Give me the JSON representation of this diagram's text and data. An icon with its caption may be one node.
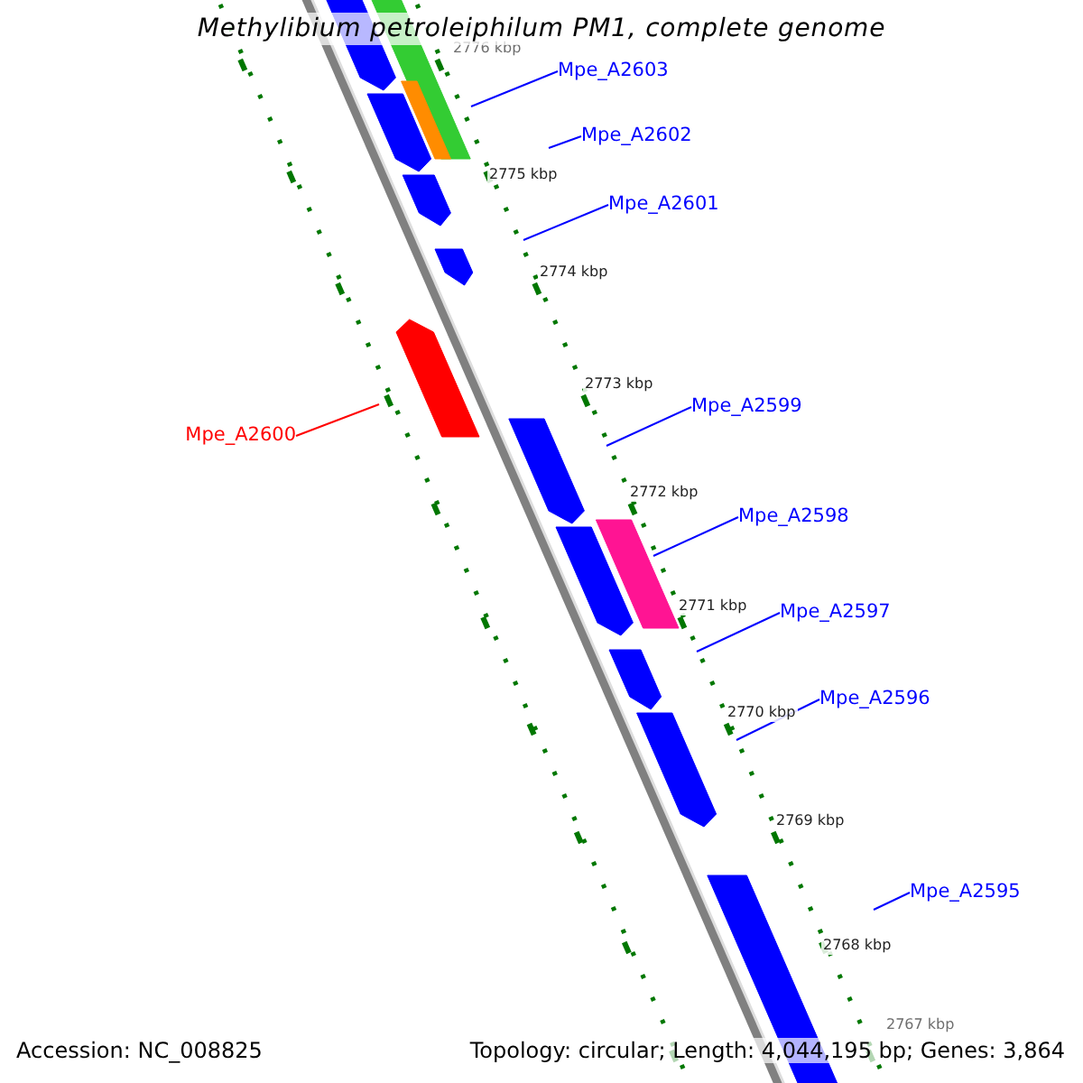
{
  "diagram": {
    "title": "Methylibium petroleiphilum PM1, complete genome",
    "nodes": [
      {
        "text": [
          "Mpe_A2603"
        ]
      },
      {
        "text": [
          "Mpe_A2602"
        ]
      },
      {
        "text": [
          "Mpe_A2601"
        ]
      },
      {
        "text": [
          "Mpe_A2600"
        ]
      },
      {
        "text": [
          "Mpe_A2599"
        ]
      },
      {
        "text": [
          "Mpe_A2598"
        ]
      },
      {
        "text": [
          "Mpe_A2597"
        ]
      },
      {
        "text": [
          "Mpe_A2596"
        ]
      },
      {
        "text": [
          "Mpe_A2595"
        ]
      }
    ],
    "edges": [
      {
        "from": 0,
        "to": null,
        "arrow": "none"
      },
      {
        "from": 1,
        "to": null,
        "arrow": "none"
      },
      {
        "from": 2,
        "to": null,
        "arrow": "none"
      },
      {
        "from": 3,
        "to": null,
        "arrow": "none",
        "color": "#ff0000"
      },
      {
        "from": 4,
        "to": null,
        "arrow": "none"
      },
      {
        "from": 5,
        "to": null,
        "arrow": "none"
      },
      {
        "from": 6,
        "to": null,
        "arrow": "none"
      },
      {
        "from": 7,
        "to": null,
        "arrow": "none"
      },
      {
        "from": 8,
        "to": null,
        "arrow": "none"
      }
    ],
    "labels": [
      "2776 kbp",
      "2775 kbp",
      "2774 kbp",
      "2773 kbp",
      "2772 kbp",
      "2771 kbp",
      "2770 kbp",
      "2769 kbp",
      "2768 kbp",
      "2767 kbp",
      "Accession: NC_008825",
      "Topology: circular; Length: 4,044,195 bp; Genes: 3,864"
    ]
  }
}
